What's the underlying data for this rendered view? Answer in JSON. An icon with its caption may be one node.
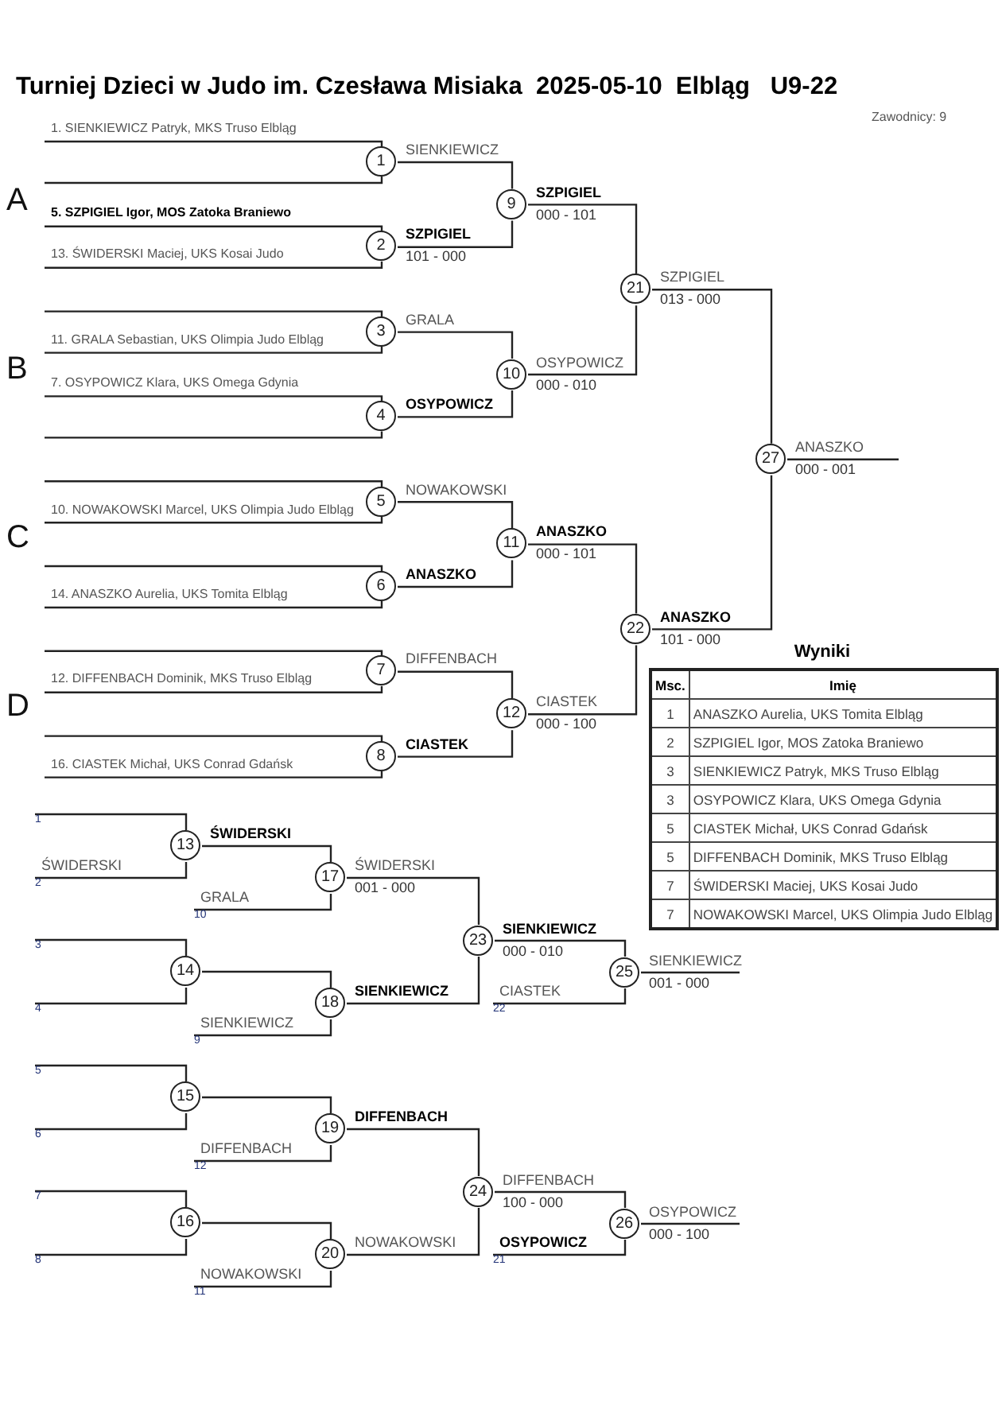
{
  "diagram": {
    "title": "Turniej Dzieci w Judo im. Czesława Misiaka  2025-05-10  Elbląg   U9-22",
    "nodes": [
      {
        "text": [
          "1"
        ]
      },
      {
        "text": [
          "2"
        ],
        "beside": [
          "101 - 000"
        ]
      },
      {
        "text": [
          "3"
        ]
      },
      {
        "text": [
          "4"
        ]
      },
      {
        "text": [
          "5"
        ]
      },
      {
        "text": [
          "6"
        ]
      },
      {
        "text": [
          "7"
        ]
      },
      {
        "text": [
          "8"
        ]
      },
      {
        "text": [
          "9"
        ],
        "beside": [
          "000 - 101"
        ]
      },
      {
        "text": [
          "10"
        ],
        "beside": [
          "000 - 010"
        ]
      },
      {
        "text": [
          "11"
        ],
        "beside": [
          "000 - 101"
        ]
      },
      {
        "text": [
          "12"
        ],
        "beside": [
          "000 - 100"
        ]
      },
      {
        "text": [
          "13"
        ]
      },
      {
        "text": [
          "14"
        ]
      },
      {
        "text": [
          "15"
        ]
      },
      {
        "text": [
          "16"
        ]
      },
      {
        "text": [
          "17"
        ],
        "beside": [
          "001 - 000"
        ]
      },
      {
        "text": [
          "18"
        ]
      },
      {
        "text": [
          "19"
        ]
      },
      {
        "text": [
          "20"
        ]
      },
      {
        "text": [
          "21"
        ],
        "beside": [
          "013 - 000"
        ]
      },
      {
        "text": [
          "22"
        ],
        "beside": [
          "101 - 000"
        ]
      },
      {
        "text": [
          "23"
        ],
        "beside": [
          "000 - 010"
        ]
      },
      {
        "text": [
          "24"
        ],
        "beside": [
          "100 - 000"
        ]
      },
      {
        "text": [
          "25"
        ],
        "beside": [
          "001 - 000"
        ]
      },
      {
        "text": [
          "26"
        ],
        "beside": [
          "000 - 100"
        ]
      },
      {
        "text": [
          "27"
        ],
        "beside": [
          "000 - 001"
        ]
      },
      {
        "text": [
          "1"
        ]
      },
      {
        "text": [
          "2"
        ]
      },
      {
        "text": [
          "10"
        ]
      },
      {
        "text": [
          "3"
        ]
      },
      {
        "text": [
          "4"
        ]
      },
      {
        "text": [
          "9"
        ]
      },
      {
        "text": [
          "22"
        ]
      },
      {
        "text": [
          "5"
        ]
      },
      {
        "text": [
          "6"
        ]
      },
      {
        "text": [
          "12"
        ]
      },
      {
        "text": [
          "7"
        ]
      },
      {
        "text": [
          "8"
        ]
      },
      {
        "text": [
          "11"
        ]
      },
      {
        "text": [
          "21"
        ]
      }
    ],
    "edges": [
      {
        "from": null,
        "to": 0,
        "arrow": "none",
        "label": "1. SIENKIEWICZ Patryk, MKS Truso Elbląg"
      },
      {
        "from": null,
        "to": 0,
        "arrow": "none"
      },
      {
        "from": null,
        "to": 1,
        "arrow": "none",
        "label": "**5. SZPIGIEL Igor, MOS Zatoka Braniewo**"
      },
      {
        "from": null,
        "to": 1,
        "arrow": "none",
        "label": "13. ŚWIDERSKI Maciej, UKS Kosai Judo"
      },
      {
        "from": null,
        "to": 2,
        "arrow": "none"
      },
      {
        "from": null,
        "to": 2,
        "arrow": "none",
        "label": "11. GRALA Sebastian, UKS Olimpia Judo Elbląg"
      },
      {
        "from": null,
        "to": 3,
        "arrow": "none",
        "label": "7. OSYPOWICZ Klara, UKS Omega Gdynia"
      },
      {
        "from": null,
        "to": 3,
        "arrow": "none"
      },
      {
        "from": null,
        "to": 4,
        "arrow": "none"
      },
      {
        "from": null,
        "to": 4,
        "arrow": "none",
        "label": "10. NOWAKOWSKI Marcel, UKS Olimpia Judo Elbląg"
      },
      {
        "from": null,
        "to": 5,
        "arrow": "none"
      },
      {
        "from": null,
        "to": 5,
        "arrow": "none",
        "label": "14. ANASZKO Aurelia, UKS Tomita Elbląg"
      },
      {
        "from": null,
        "to": 6,
        "arrow": "none"
      },
      {
        "from": null,
        "to": 6,
        "arrow": "none",
        "label": "12. DIFFENBACH Dominik, MKS Truso Elbląg"
      },
      {
        "from": null,
        "to": 7,
        "arrow": "none"
      },
      {
        "from": null,
        "to": 7,
        "arrow": "none",
        "label": "16. CIASTEK Michał, UKS Conrad Gdańsk"
      },
      {
        "from": 0,
        "to": 8,
        "arrow": "none",
        "label": "SIENKIEWICZ"
      },
      {
        "from": 1,
        "to": 8,
        "arrow": "none",
        "label": "**SZPIGIEL**"
      },
      {
        "from": 2,
        "to": 9,
        "arrow": "none",
        "label": "GRALA"
      },
      {
        "from": 3,
        "to": 9,
        "arrow": "none",
        "label": "**OSYPOWICZ**"
      },
      {
        "from": 4,
        "to": 10,
        "arrow": "none",
        "label": "NOWAKOWSKI"
      },
      {
        "from": 5,
        "to": 10,
        "arrow": "none",
        "label": "**ANASZKO**"
      },
      {
        "from": 6,
        "to": 11,
        "arrow": "none",
        "label": "DIFFENBACH"
      },
      {
        "from": 7,
        "to": 11,
        "arrow": "none",
        "label": "**CIASTEK**"
      },
      {
        "from": 8,
        "to": 20,
        "arrow": "none",
        "label": "**SZPIGIEL**"
      },
      {
        "from": 9,
        "to": 20,
        "arrow": "none",
        "label": "OSYPOWICZ"
      },
      {
        "from": 10,
        "to": 21,
        "arrow": "none",
        "label": "**ANASZKO**"
      },
      {
        "from": 11,
        "to": 21,
        "arrow": "none",
        "label": "CIASTEK"
      },
      {
        "from": 20,
        "to": 26,
        "arrow": "none",
        "label": "SZPIGIEL"
      },
      {
        "from": 21,
        "to": 26,
        "arrow": "none",
        "label": "**ANASZKO**"
      },
      {
        "from": 26,
        "to": null,
        "arrow": "none",
        "label": "ANASZKO"
      },
      {
        "from": 27,
        "to": 12,
        "arrow": "none"
      },
      {
        "from": 28,
        "to": 12,
        "arrow": "none",
        "label": "ŚWIDERSKI"
      },
      {
        "from": 12,
        "to": 16,
        "arrow": "none",
        "label": "**ŚWIDERSKI**"
      },
      {
        "from": 29,
        "to": 16,
        "arrow": "none",
        "label": "GRALA"
      },
      {
        "from": 30,
        "to": 13,
        "arrow": "none"
      },
      {
        "from": 31,
        "to": 13,
        "arrow": "none"
      },
      {
        "from": 13,
        "to": 17,
        "arrow": "none"
      },
      {
        "from": 32,
        "to": 17,
        "arrow": "none",
        "label": "SIENKIEWICZ"
      },
      {
        "from": 16,
        "to": 22,
        "arrow": "none",
        "label": "ŚWIDERSKI"
      },
      {
        "from": 17,
        "to": 22,
        "arrow": "none",
        "label": "**SIENKIEWICZ**"
      },
      {
        "from": 22,
        "to": 24,
        "arrow": "none",
        "label": "**SIENKIEWICZ**"
      },
      {
        "from": 33,
        "to": 24,
        "arrow": "none",
        "label": "CIASTEK"
      },
      {
        "from": 24,
        "to": null,
        "arrow": "none",
        "label": "SIENKIEWICZ"
      },
      {
        "from": 34,
        "to": 14,
        "arrow": "none"
      },
      {
        "from": 35,
        "to": 14,
        "arrow": "none"
      },
      {
        "from": 14,
        "to": 18,
        "arrow": "none"
      },
      {
        "from": 36,
        "to": 18,
        "arrow": "none",
        "label": "DIFFENBACH"
      },
      {
        "from": 37,
        "to": 15,
        "arrow": "none"
      },
      {
        "from": 38,
        "to": 15,
        "arrow": "none"
      },
      {
        "from": 15,
        "to": 19,
        "arrow": "none"
      },
      {
        "from": 39,
        "to": 19,
        "arrow": "none",
        "label": "NOWAKOWSKI"
      },
      {
        "from": 18,
        "to": 23,
        "arrow": "none",
        "label": "**DIFFENBACH**"
      },
      {
        "from": 19,
        "to": 23,
        "arrow": "none",
        "label": "NOWAKOWSKI"
      },
      {
        "from": 23,
        "to": 25,
        "arrow": "none",
        "label": "DIFFENBACH"
      },
      {
        "from": 40,
        "to": 25,
        "arrow": "none",
        "label": "**OSYPOWICZ**"
      },
      {
        "from": 25,
        "to": null,
        "arrow": "none",
        "label": "OSYPOWICZ"
      }
    ],
    "labels": [
      "Zawodnicy: 9",
      "A",
      "B",
      "C",
      "D",
      "Wyniki",
      "Msc.",
      "Imię",
      "1",
      "ANASZKO Aurelia, UKS Tomita Elbląg",
      "2",
      "SZPIGIEL Igor, MOS Zatoka Braniewo",
      "3",
      "SIENKIEWICZ Patryk, MKS Truso Elbląg",
      "3",
      "OSYPOWICZ Klara, UKS Omega Gdynia",
      "5",
      "CIASTEK Michał, UKS Conrad Gdańsk",
      "5",
      "DIFFENBACH Dominik, MKS Truso Elbląg",
      "7",
      "ŚWIDERSKI Maciej, UKS Kosai Judo",
      "7",
      "NOWAKOWSKI Marcel, UKS Olimpia Judo Elbląg"
    ]
  }
}
